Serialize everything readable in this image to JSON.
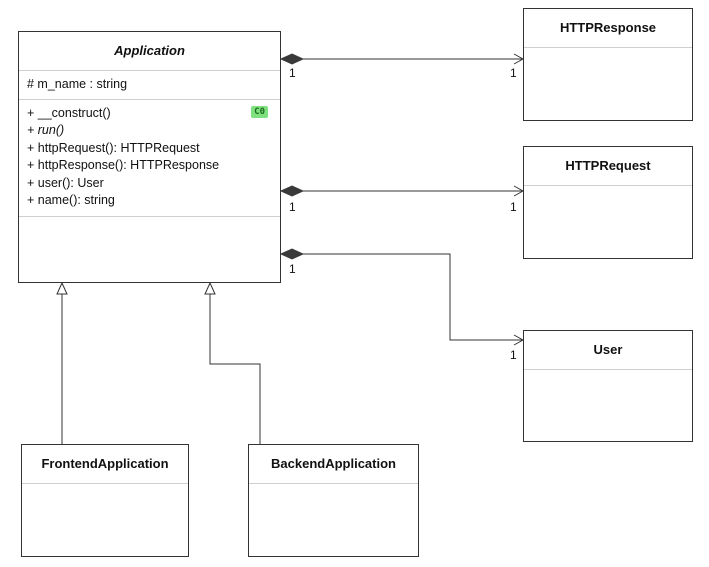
{
  "classes": {
    "application": {
      "name": "Application",
      "attributes": [
        "# m_name : string"
      ],
      "operations": [
        "+ __construct()",
        "+ run()",
        "+ httpRequest(): HTTPRequest",
        "+ httpResponse(): HTTPResponse",
        "+ user(): User",
        "+ name(): string"
      ],
      "constructor_badge": "C0"
    },
    "http_response": {
      "name": "HTTPResponse"
    },
    "http_request": {
      "name": "HTTPRequest"
    },
    "user": {
      "name": "User"
    },
    "frontend_application": {
      "name": "FrontendApplication"
    },
    "backend_application": {
      "name": "BackendApplication"
    }
  },
  "associations": {
    "response_src": "1",
    "response_dst": "1",
    "request_src": "1",
    "request_dst": "1",
    "user_src": "1",
    "user_dst": "1"
  },
  "colors": {
    "line": "#333333",
    "diamond": "#3a3a3a",
    "badge_bg": "#7fe07f"
  }
}
